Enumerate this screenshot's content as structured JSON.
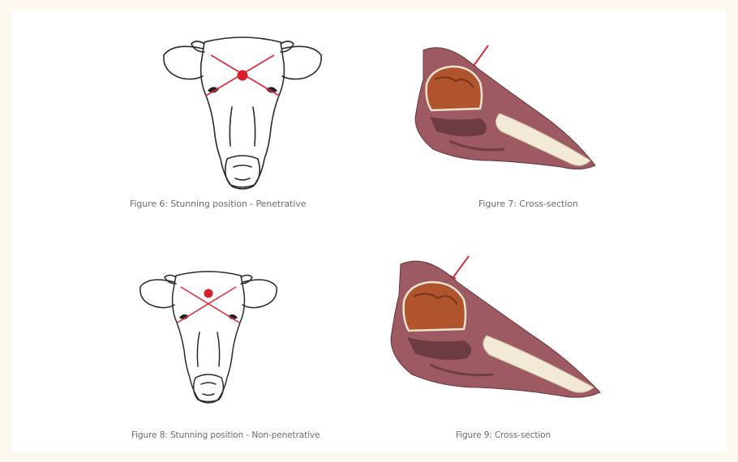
{
  "figures": [
    {
      "caption": "Figure 6: Stunning position - Penetrative",
      "kind": "cow-head",
      "stun_mark": "on-crossing"
    },
    {
      "caption": "Figure 7: Cross-section",
      "kind": "head-cross-section"
    },
    {
      "caption": "Figure 8: Stunning position - Non-penetrative",
      "kind": "cow-head",
      "stun_mark": "above-crossing"
    },
    {
      "caption": "Figure 9: Cross-section",
      "kind": "head-cross-section"
    }
  ],
  "colors": {
    "page_bg": "#fdf8ee",
    "panel_bg": "#ffffff",
    "outline": "#2a2a2a",
    "stun_line": "#e0303a",
    "stun_dot": "#d81f2b",
    "flesh": "#9e5a62",
    "brain": "#b0542e",
    "bone": "#f2ead6",
    "arrow": "#d8303a"
  }
}
